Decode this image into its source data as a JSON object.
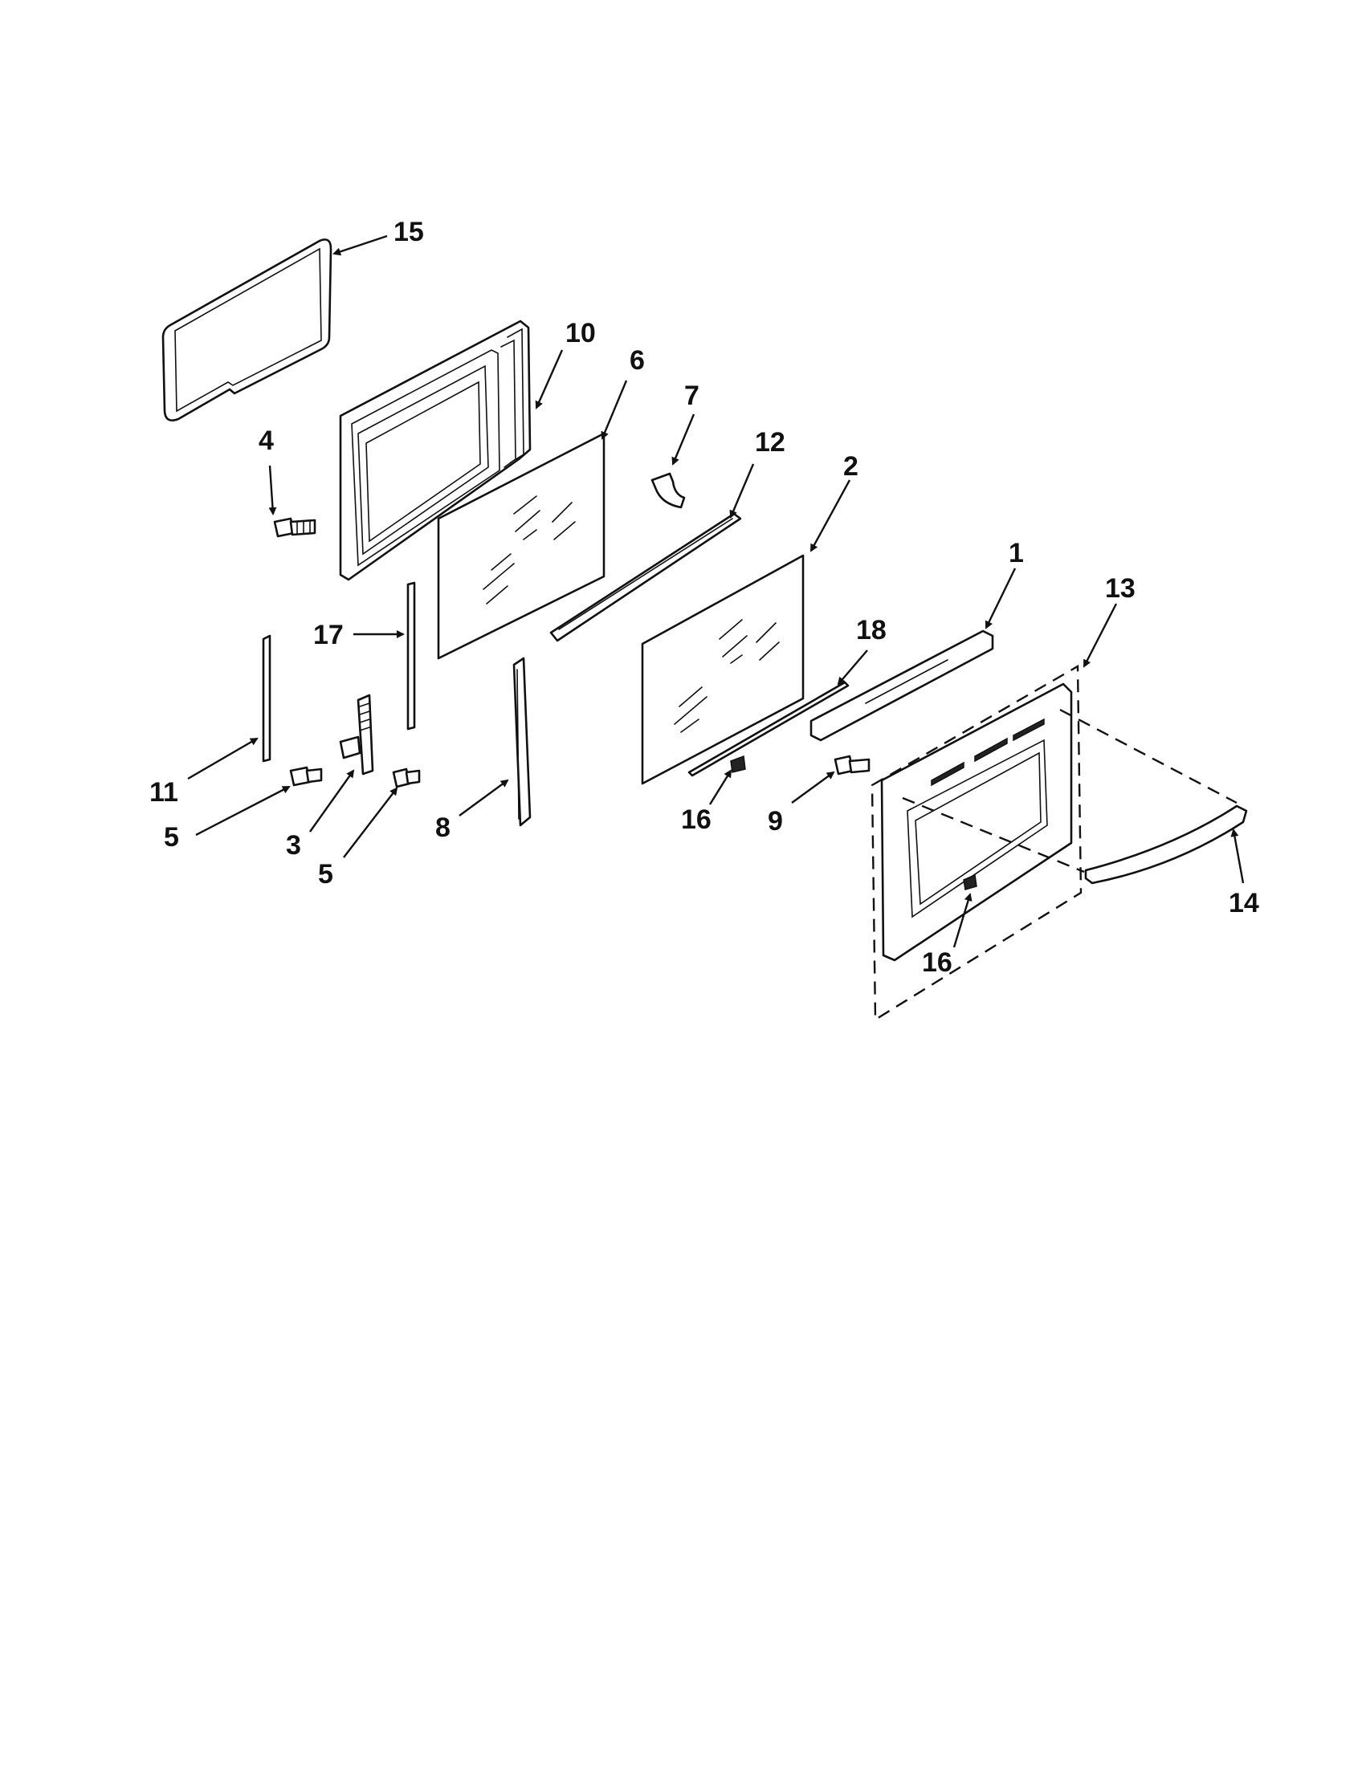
{
  "callouts": {
    "c1": "1",
    "c2": "2",
    "c3": "3",
    "c4": "4",
    "c5a": "5",
    "c5b": "5",
    "c6": "6",
    "c7": "7",
    "c8": "8",
    "c9": "9",
    "c10": "10",
    "c11": "11",
    "c12": "12",
    "c13": "13",
    "c14": "14",
    "c15": "15",
    "c16a": "16",
    "c16b": "16",
    "c17": "17",
    "c18": "18"
  }
}
